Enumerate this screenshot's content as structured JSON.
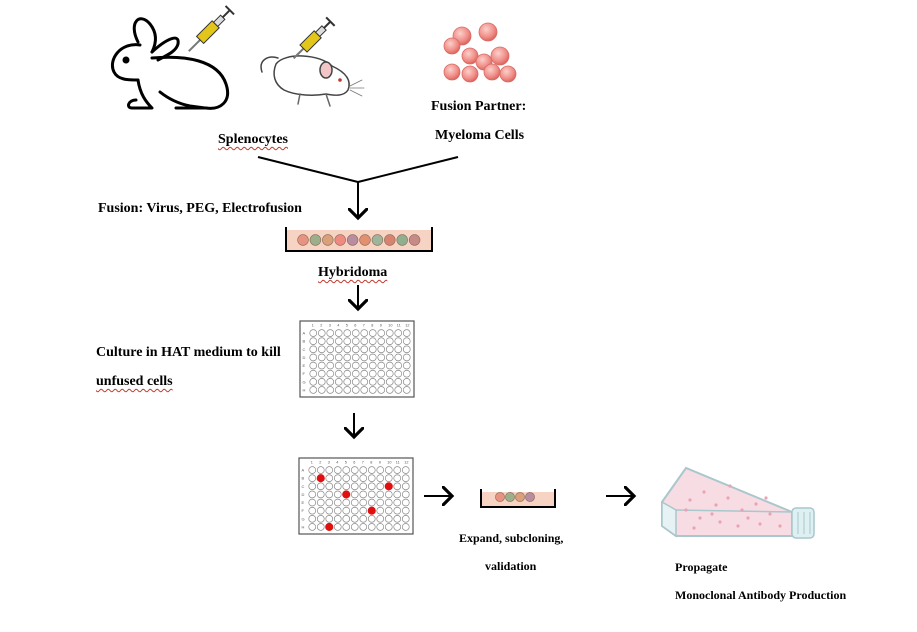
{
  "labels": {
    "splenocytes": "Splenocytes",
    "fusion_partner": "Fusion Partner:",
    "myeloma_cells": "Myeloma Cells",
    "fusion_methods": "Fusion: Virus, PEG, Electrofusion",
    "hybridoma": "Hybridoma",
    "culture_line1": "Culture in HAT medium to kill",
    "culture_line2": "unfused cells",
    "expand_line1": "Expand, subcloning,",
    "expand_line2": "validation",
    "propagate": "Propagate",
    "monoclonal": "Monoclonal Antibody Production"
  },
  "plate": {
    "row_letters": [
      "A",
      "B",
      "C",
      "D",
      "E",
      "F",
      "G",
      "H"
    ],
    "columns": 12,
    "positive_wells": [
      [
        1,
        1
      ],
      [
        3,
        4
      ],
      [
        2,
        9
      ],
      [
        5,
        7
      ],
      [
        7,
        2
      ]
    ]
  },
  "colors": {
    "positive_well": "#e01010",
    "dish_fill": "#f7d3c4",
    "myeloma": "#f08a84",
    "flask_fill": "#f7dde3",
    "flask_outline": "#a9c7cc",
    "syringe_yellow": "#e3c61c"
  },
  "icons": [
    "rabbit-icon",
    "mouse-icon",
    "syringe-icon",
    "myeloma-cells-icon",
    "petri-dish-icon",
    "well-plate-icon",
    "culture-flask-icon"
  ]
}
